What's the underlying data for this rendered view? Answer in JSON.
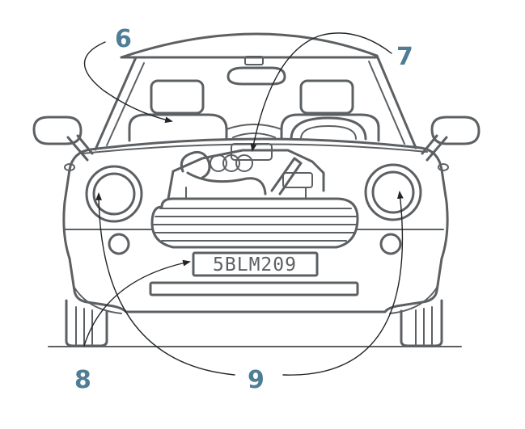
{
  "callouts": {
    "six": "6",
    "seven": "7",
    "eight": "8",
    "nine": "9"
  },
  "plate": {
    "text": "5BLM209"
  },
  "colors": {
    "line": "#5d6063",
    "callout": "#4f7d95",
    "leader": "#222426"
  }
}
